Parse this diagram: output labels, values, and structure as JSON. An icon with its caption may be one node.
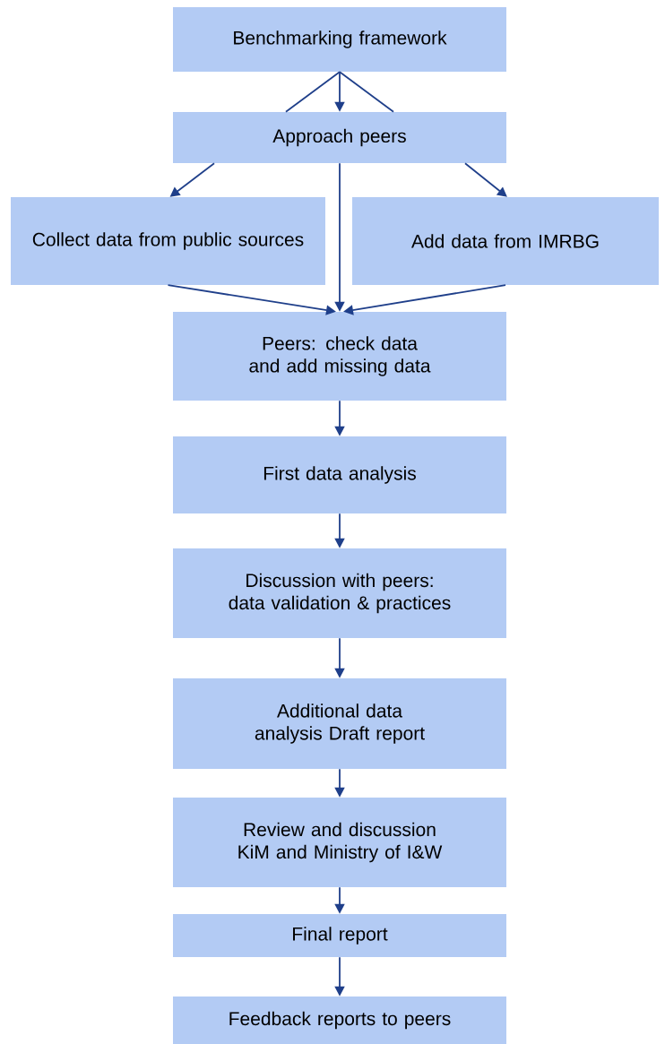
{
  "diagram": {
    "nodes": [
      {
        "text": [
          "Benchmarking framework"
        ]
      },
      {
        "text": [
          "Approach peers"
        ]
      },
      {
        "text": [
          "Collect data from public sources"
        ]
      },
      {
        "text": [
          "Add data from IMRBG"
        ]
      },
      {
        "text": [
          "Peers: check data and add missing data"
        ]
      },
      {
        "text": [
          "First data analysis"
        ]
      },
      {
        "text": [
          "Discussion with peers: data validation & practices"
        ]
      },
      {
        "text": [
          "Additional data analysis Draft report"
        ]
      },
      {
        "text": [
          "Review and discussion KiM and Ministry of I&W"
        ]
      },
      {
        "text": [
          "Final report"
        ]
      },
      {
        "text": [
          "Feedback reports to peers"
        ]
      }
    ],
    "edges": [
      {
        "from": 0,
        "to": 1,
        "arrow": "none"
      },
      {
        "from": 0,
        "to": 1,
        "arrow": "to"
      },
      {
        "from": 0,
        "to": 1,
        "arrow": "none"
      },
      {
        "from": 1,
        "to": 2,
        "arrow": "to"
      },
      {
        "from": 1,
        "to": 4,
        "arrow": "to"
      },
      {
        "from": 1,
        "to": 3,
        "arrow": "to"
      },
      {
        "from": 2,
        "to": 4,
        "arrow": "to"
      },
      {
        "from": 3,
        "to": 4,
        "arrow": "to"
      },
      {
        "from": 4,
        "to": 5,
        "arrow": "to"
      },
      {
        "from": 5,
        "to": 6,
        "arrow": "to"
      },
      {
        "from": 6,
        "to": 7,
        "arrow": "to"
      },
      {
        "from": 7,
        "to": 8,
        "arrow": "to"
      },
      {
        "from": 8,
        "to": 9,
        "arrow": "to"
      },
      {
        "from": 9,
        "to": 10,
        "arrow": "to"
      }
    ]
  }
}
